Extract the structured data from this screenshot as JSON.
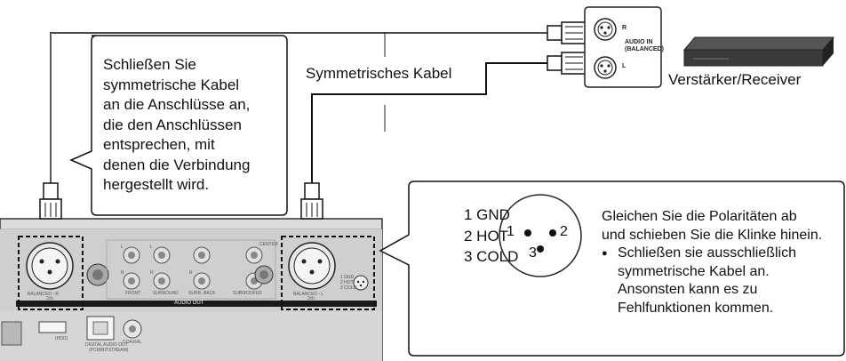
{
  "callout": {
    "text": "Schließen Sie\nsymmetrische Kabel\nan die Anschlüsse an,\ndie den Anschlüssen\nentsprechen, mit\ndenen die Verbindung\nhergestellt wird."
  },
  "cable_label": "Symmetrisches Kabel",
  "receiver": {
    "label": "Verstärker/Receiver",
    "port_title": "AUDIO IN",
    "port_subtitle": "(BALANCED)",
    "port_r": "R",
    "port_l": "L"
  },
  "pin_legend": {
    "items": [
      "1 GND",
      "2 HOT",
      "3 COLD"
    ],
    "pin_numbers": [
      "1",
      "2",
      "3"
    ]
  },
  "info": {
    "text": "Gleichen Sie die Polaritäten ab und schieben Sie die Klinke hinein.",
    "bullet": "Schließen sie ausschließlich symmetrische Kabel an. Ansonsten kann es zu Fehlfunktionen kommen."
  },
  "panel": {
    "balanced_r": "BALANCED - R",
    "balanced_l": "BALANCED - L",
    "ch_left": "2ch",
    "ch_right": "2ch",
    "audio_out": "AUDIO OUT",
    "front": "FRONT",
    "surround": "SURROUND",
    "surr_back": "SURR. BACK",
    "subwoofer": "SUBWOOFER",
    "center": "CENTER",
    "l1": "L",
    "l2": "L",
    "r1": "R",
    "r2": "R",
    "r3": "R",
    "mini_gnd": "1 GND",
    "mini_hot": "2 HOT",
    "mini_cold": "3 COLD",
    "usb": "(HDD)",
    "digital_audio_out": "DIGITAL AUDIO OUT",
    "pcm_bitstream": "(PCM/BITSTREAM)",
    "coaxial": "COAXIAL"
  }
}
